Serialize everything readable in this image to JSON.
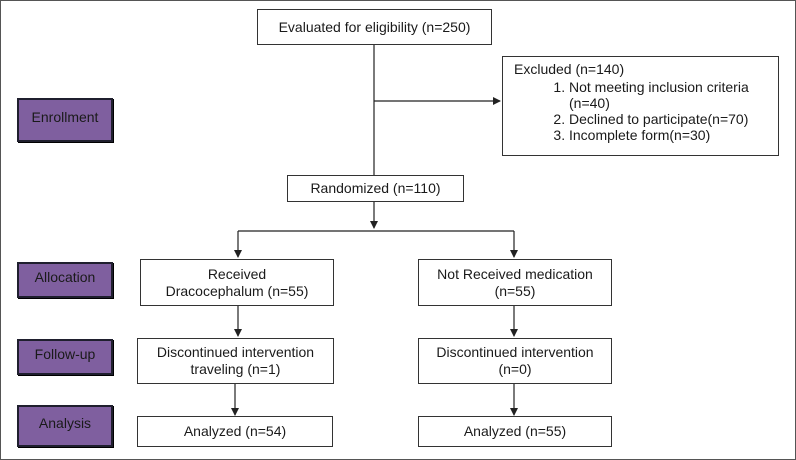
{
  "stages": {
    "enrollment": "Enrollment",
    "allocation": "Allocation",
    "followup": "Follow-up",
    "analysis": "Analysis"
  },
  "evaluated": "Evaluated for eligibility (n=250)",
  "excluded": {
    "title": "Excluded (n=140)",
    "items": [
      "Not meeting inclusion criteria (n=40)",
      "Declined to participate(n=70)",
      "Incomplete form(n=30)"
    ]
  },
  "randomized": "Randomized (n=110)",
  "arms": [
    {
      "allocation": [
        "Received",
        "Dracocephalum (n=55)"
      ],
      "followup": [
        "Discontinued intervention",
        "traveling (n=1)"
      ],
      "analysis": "Analyzed (n=54)"
    },
    {
      "allocation": [
        "Not Received medication",
        "(n=55)"
      ],
      "followup": [
        "Discontinued intervention",
        "(n=0)"
      ],
      "analysis": "Analyzed (n=55)"
    }
  ]
}
